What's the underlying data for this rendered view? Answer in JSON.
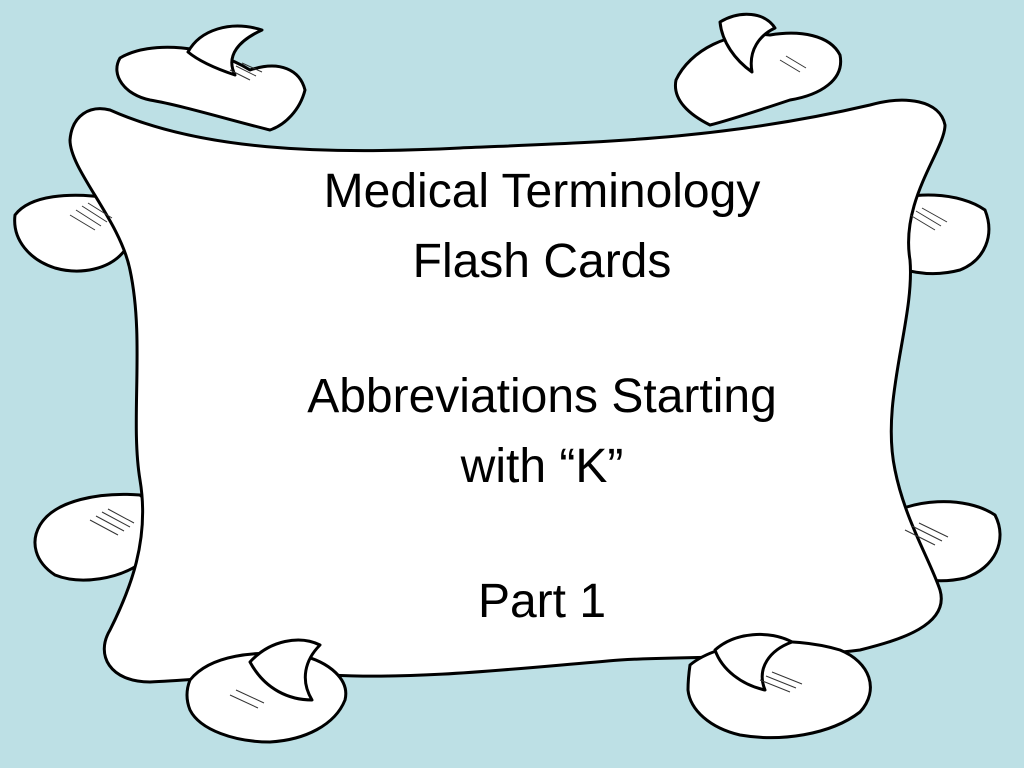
{
  "slide": {
    "title_line1": "Medical Terminology",
    "title_line2": "Flash Cards",
    "subtitle_line1": "Abbreviations Starting",
    "subtitle_line2": "with “K”",
    "part": "Part 1"
  },
  "colors": {
    "background": "#bde0e5",
    "scroll_fill": "#ffffff",
    "outline": "#000000"
  },
  "decorations": {
    "scroll": "parchment-scroll-banner"
  }
}
